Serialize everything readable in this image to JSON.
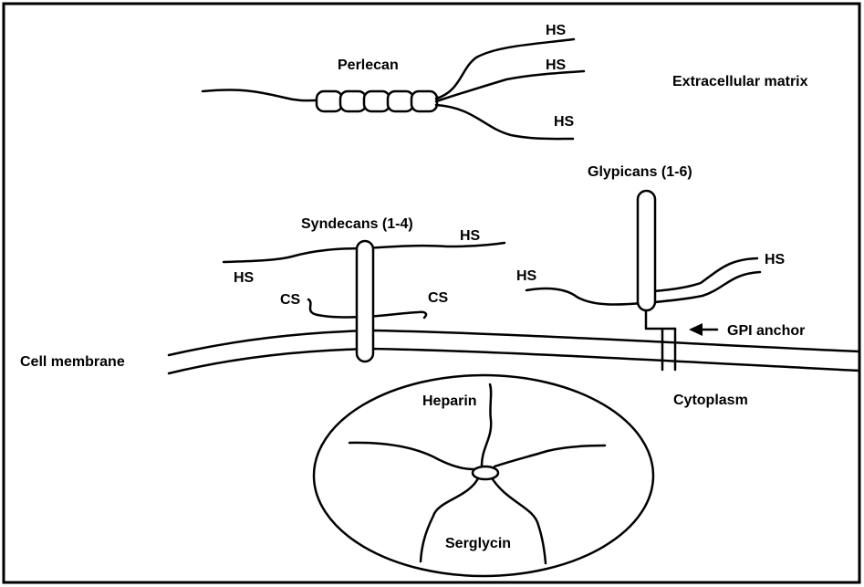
{
  "labels": {
    "perlecan": "Perlecan",
    "hs_perlecan_1": "HS",
    "hs_perlecan_2": "HS",
    "hs_perlecan_3": "HS",
    "extracellular_matrix": "Extracellular matrix",
    "glypicans": "Glypicans (1-6)",
    "syndecans": "Syndecans (1-4)",
    "hs_syndecan_right": "HS",
    "hs_syndecan_left": "HS",
    "cs_left": "CS",
    "cs_right": "CS",
    "hs_glypican_left": "HS",
    "hs_glypican_right": "HS",
    "gpi_anchor": "GPI anchor",
    "cell_membrane": "Cell membrane",
    "cytoplasm": "Cytoplasm",
    "heparin": "Heparin",
    "serglycin": "Serglycin"
  }
}
